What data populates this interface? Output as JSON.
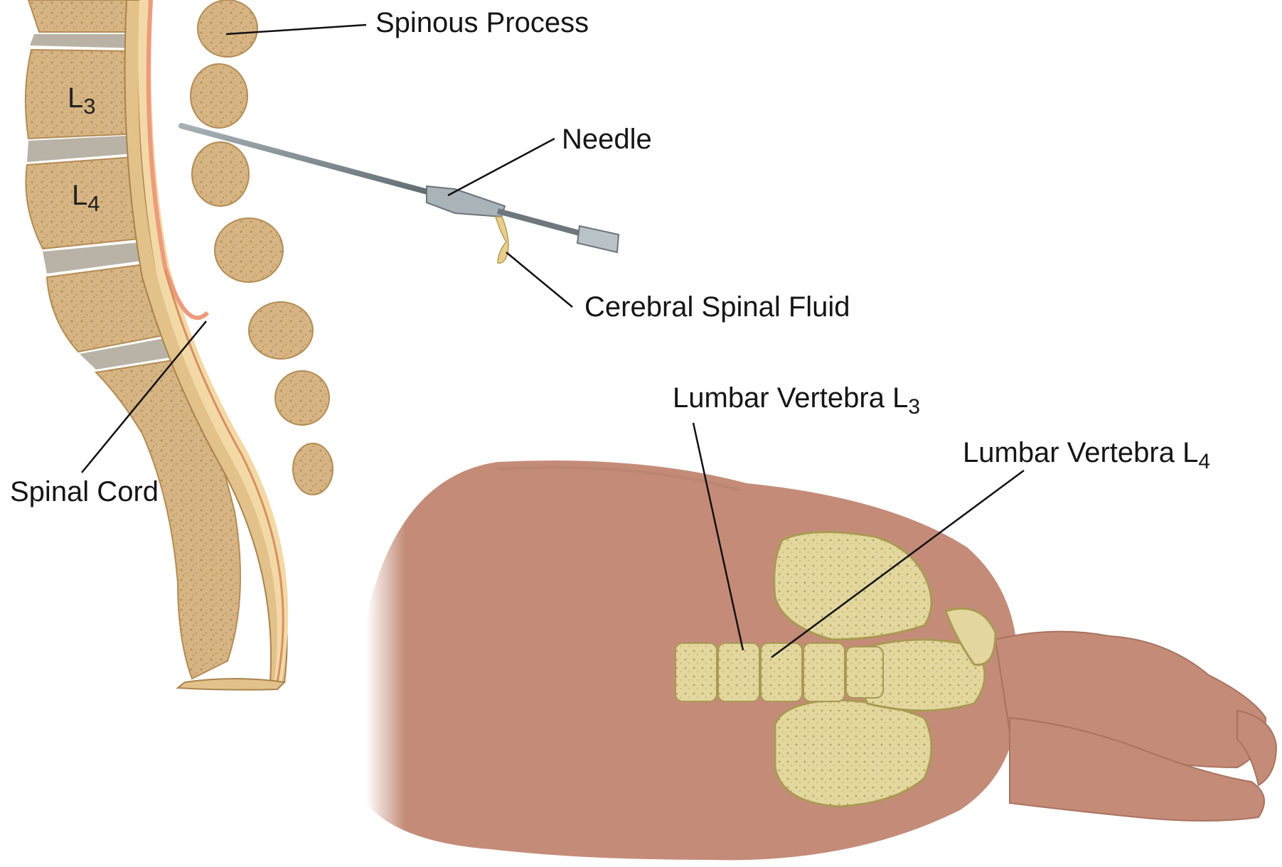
{
  "labels": {
    "spinous_process": "Spinous Process",
    "needle": "Needle",
    "csf": "Cerebral Spinal Fluid",
    "spinal_cord": "Spinal Cord",
    "lumbar_l3_prefix": "Lumbar Vertebra L",
    "lumbar_l3_sub": "3",
    "lumbar_l4_prefix": "Lumbar Vertebra L",
    "lumbar_l4_sub": "4"
  },
  "vertebra_labels": {
    "l3_letter": "L",
    "l3_sub": "3",
    "l4_letter": "L",
    "l4_sub": "4"
  },
  "colors": {
    "bone": "#d8b889",
    "bone_edge": "#b48c55",
    "disc": "#b5b0a2",
    "cord": "#f1d7a3",
    "csf_channel": "#ef9a78",
    "skin": "#c48c78",
    "pelvis": "#e9dfae",
    "needle": "#808a90"
  }
}
